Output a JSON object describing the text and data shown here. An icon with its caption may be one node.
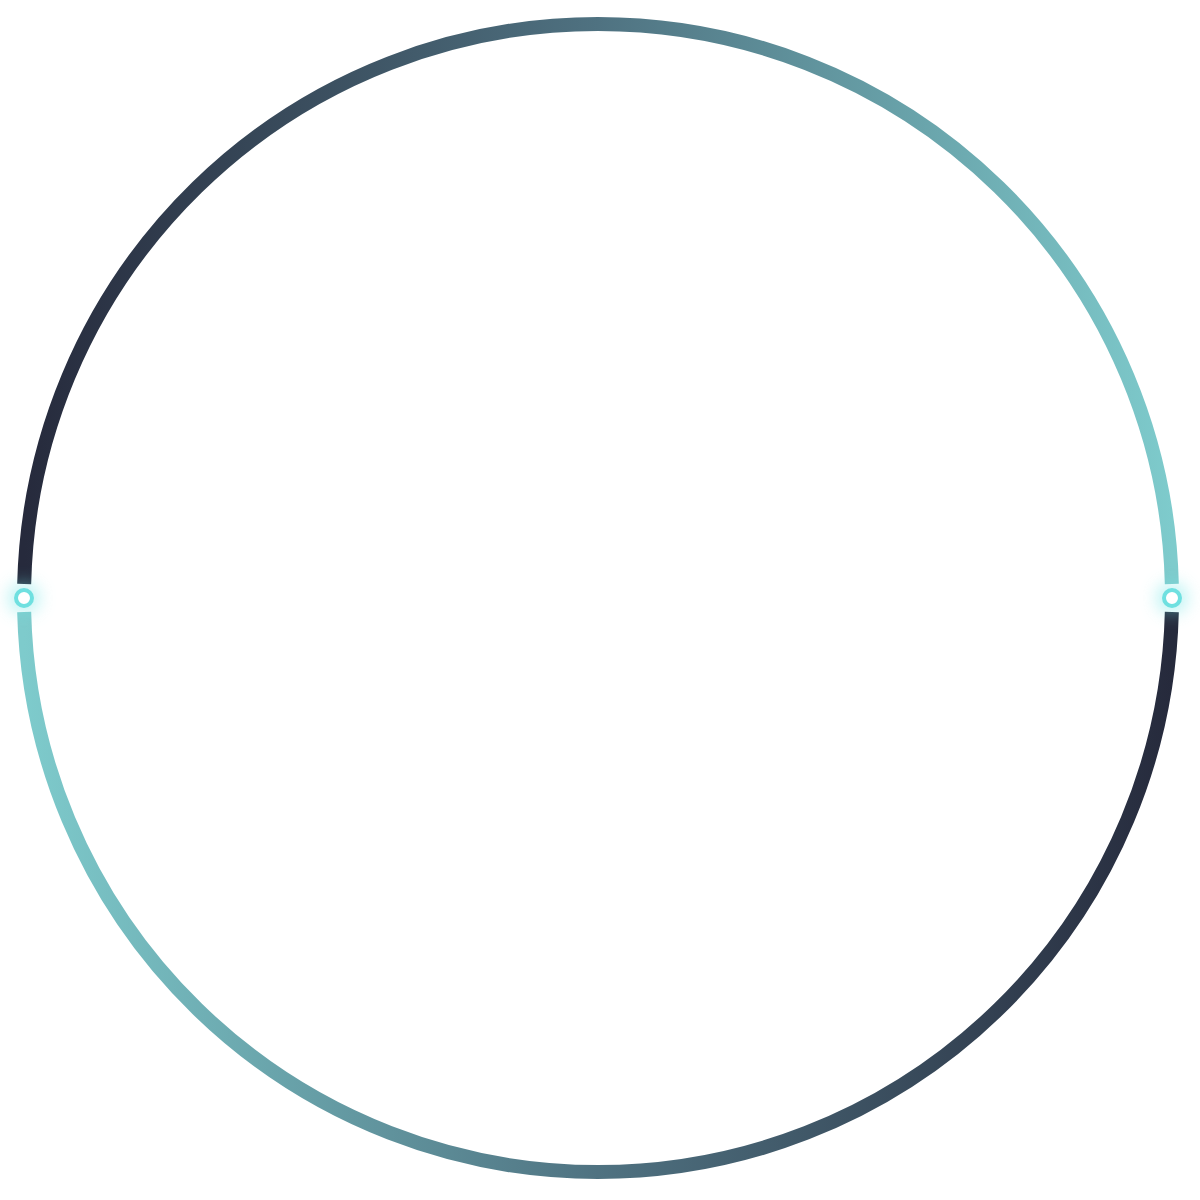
{
  "diagram": {
    "nodes": [
      {
        "text": [],
        "shape": "circle"
      },
      {
        "text": [],
        "shape": "circle"
      }
    ],
    "edges": [
      {
        "from": 0,
        "to": 1,
        "arrow": "none"
      },
      {
        "from": 1,
        "to": 0,
        "arrow": "none"
      }
    ]
  }
}
